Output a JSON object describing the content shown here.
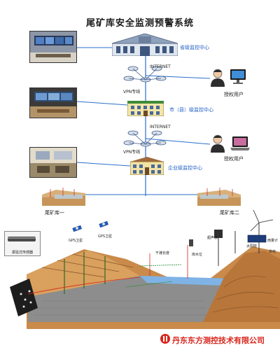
{
  "title": "尾矿库安全监测预警系统",
  "centers": {
    "provincial": "省级监控中心",
    "city": "市（县）级监控中心",
    "enterprise": "企业级监控中心"
  },
  "network": {
    "internet_1": "INTERNET",
    "internet_2": "INTERNET",
    "vpn_1": "VPN专线",
    "vpn_2": "VPN专线"
  },
  "users": {
    "user_1": "授权用户",
    "user_2": "授权用户"
  },
  "sites": {
    "site_1": "尾矿库一",
    "site_2": "尾矿库二"
  },
  "labels": {
    "gps_1": "GPS卫星",
    "gps_2": "GPS卫星",
    "sensor": "振弦式传感器",
    "radar": "超声波",
    "water_gauge": "库水位",
    "dry_beach": "干滩长度",
    "solar": "太阳能",
    "rain_gauge": "雨量计",
    "power": "供电"
  },
  "company": "丹东东方测控技术有限公司"
}
